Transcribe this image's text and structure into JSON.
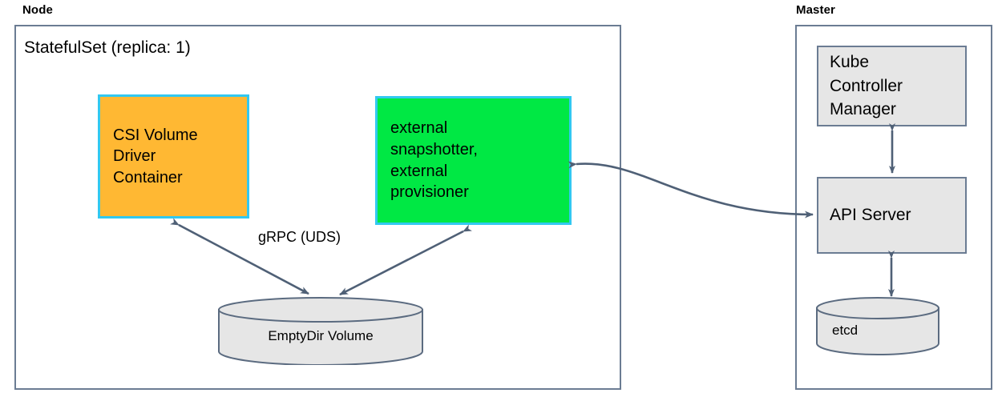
{
  "diagram": {
    "title_node": "Node",
    "title_master": "Master",
    "node_group": {
      "label": "Node",
      "inner_title": "StatefulSet (replica: 1)",
      "boxes": [
        {
          "id": "csi-volume-driver-container",
          "lines": [
            "CSI Volume",
            "Driver",
            "Container"
          ],
          "fill": "#ffb833",
          "stroke": "#32c8f0"
        },
        {
          "id": "external-sidecars",
          "lines": [
            "external",
            "snapshotter,",
            "external",
            "provisioner"
          ],
          "fill": "#00e844",
          "stroke": "#32c8f0"
        }
      ],
      "volume": {
        "id": "emptydir-volume",
        "label": "EmptyDir Volume",
        "fill": "#e6e6e6",
        "stroke": "#5b6b80"
      },
      "edge_label_grpc": "gRPC (UDS)"
    },
    "master_group": {
      "label": "Master",
      "boxes": [
        {
          "id": "kube-controller-manager",
          "lines": [
            "Kube",
            "Controller",
            "Manager"
          ],
          "fill": "#e6e6e6",
          "stroke": "#6b7c93"
        },
        {
          "id": "api-server",
          "lines": [
            "API Server"
          ],
          "fill": "#e6e6e6",
          "stroke": "#6b7c93"
        }
      ],
      "datastore": {
        "id": "etcd",
        "label": "etcd",
        "fill": "#e6e6e6",
        "stroke": "#5b6b80"
      }
    },
    "colors": {
      "outer_border": "#6b7c93",
      "arrow": "#4f6076",
      "canvas": "#ffffff"
    }
  }
}
